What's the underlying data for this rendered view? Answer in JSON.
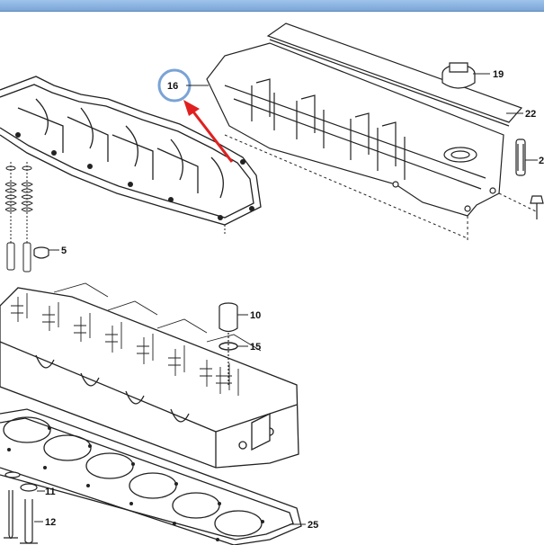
{
  "callouts": {
    "c16": "16",
    "c19": "19",
    "c22": "22",
    "c2": "2",
    "c5": "5",
    "c10": "10",
    "c15": "15",
    "c11": "11",
    "c12": "12",
    "c25": "25"
  },
  "colors": {
    "highlight_ring": "#7aa3d6",
    "arrow": "#e02020",
    "line": "#222222",
    "window_bar": "#8db4e2"
  }
}
